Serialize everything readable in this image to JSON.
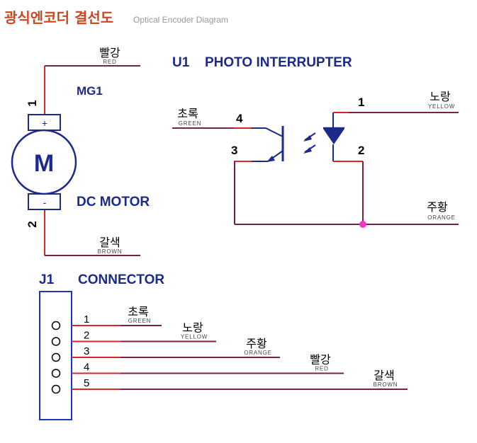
{
  "title": {
    "korean": "광식엔코더 결선도",
    "english": "Optical Encoder Diagram"
  },
  "colors": {
    "title": "#c9461e",
    "heading": "#1b2a8c",
    "wire": "#7a1f4a",
    "pin_stub": "#e02424",
    "component": "#1b2a8c",
    "junction": "#ff33cc",
    "connector_box": "#2233bb"
  },
  "motor": {
    "ref": "MG1",
    "name": "DC MOTOR",
    "symbol": "M",
    "plus": "+",
    "minus": "-",
    "pin1": "1",
    "pin2": "2",
    "wire1": {
      "korean": "빨강",
      "english": "RED"
    },
    "wire2": {
      "korean": "갈색",
      "english": "BROWN"
    }
  },
  "interrupter": {
    "ref": "U1",
    "name": "PHOTO INTERRUPTER",
    "pin1": "1",
    "pin2": "2",
    "pin3": "3",
    "pin4": "4",
    "wire_pin4": {
      "korean": "초록",
      "english": "GREEN"
    },
    "wire_pin1": {
      "korean": "노랑",
      "english": "YELLOW"
    },
    "wire_common": {
      "korean": "주황",
      "english": "ORANGE"
    },
    "icons": [
      "phototransistor-icon",
      "led-icon",
      "light-arrows-icon"
    ]
  },
  "connector": {
    "ref": "J1",
    "name": "CONNECTOR",
    "pins": [
      {
        "num": "1",
        "korean": "초록",
        "english": "GREEN"
      },
      {
        "num": "2",
        "korean": "노랑",
        "english": "YELLOW"
      },
      {
        "num": "3",
        "korean": "주황",
        "english": "ORANGE"
      },
      {
        "num": "4",
        "korean": "빨강",
        "english": "RED"
      },
      {
        "num": "5",
        "korean": "갈색",
        "english": "BROWN"
      }
    ]
  }
}
